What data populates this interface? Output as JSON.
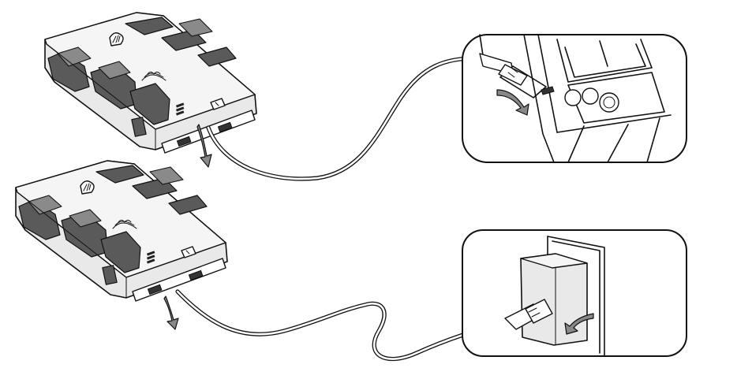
{
  "diagram": {
    "steps": [
      {
        "device": "jump-starter-power-bank",
        "target": "car-12v-cigarette-socket"
      },
      {
        "device": "jump-starter-power-bank",
        "target": "wall-adapter-outlet"
      }
    ],
    "icons": [
      "shell-logo-icon",
      "wireless-charging-icon",
      "battery-level-icon",
      "flashlight-button-icon",
      "usb-port-icon",
      "insert-arrow-icon"
    ],
    "colors": {
      "line": "#111111",
      "body": "#e9e9e9",
      "rubber": "#5a5a5a",
      "background": "#ffffff"
    }
  }
}
